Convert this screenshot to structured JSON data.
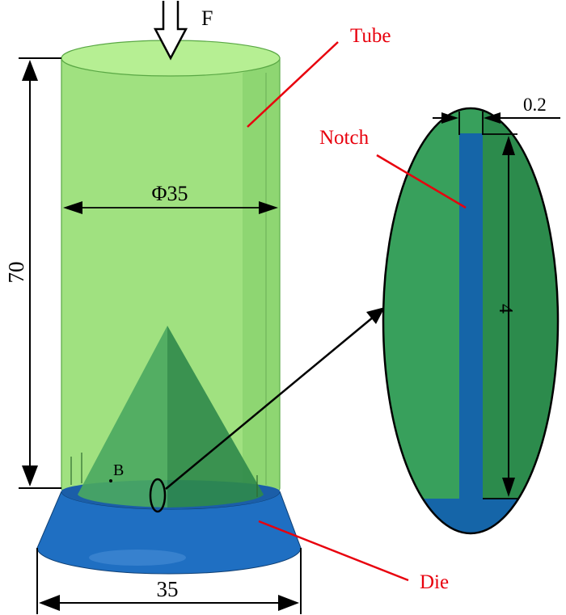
{
  "labels": {
    "force": "F",
    "tube": "Tube",
    "notch": "Notch",
    "die": "Die",
    "point_b": "B"
  },
  "dimensions": {
    "height": "70",
    "diameter": "Φ35",
    "base_width": "35",
    "notch_width": "0.2",
    "notch_length": "4"
  },
  "colors": {
    "tube_fill": "#8fdc6a",
    "tube_top": "#b6ef93",
    "die_fill": "#1f6fc2",
    "die_dark": "#1b5ea8",
    "cone_fill": "#3d9a54",
    "detail_fill": "#38a05c",
    "notch_fill": "#1565a8",
    "callout_red": "#e8000d",
    "dimension_black": "#000000"
  }
}
